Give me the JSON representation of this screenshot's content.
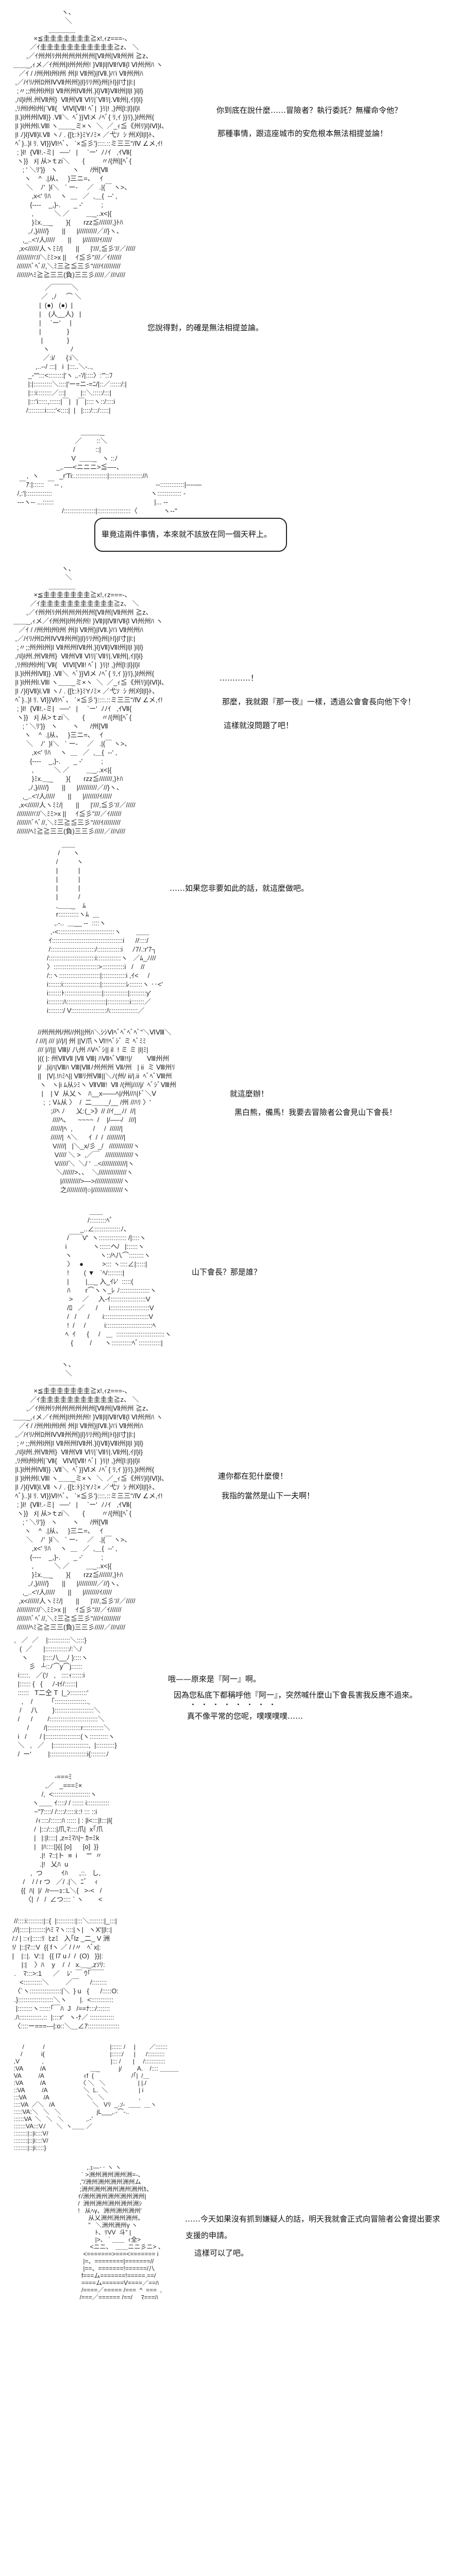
{
  "art": {
    "face": "                           ヽ、\n                             ＼\n                    ＿＿＿＿\n            ×≦圭圭圭圭圭圭圭≧x!,ｨz===-、\n          ／ｲ圭圭圭圭圭圭圭圭圭圭圭≧z、 ＼\n        ,／ｲ州州ﾘ州州州州州州[Ⅶ州|Ⅶ州州 ≧z、\n ＿＿_,ｨメ／ｲ州州|l州州州! }Ⅶ|l|lⅦ!Ⅶ{l Ⅵ州州ﾊ ヽ\n    ／ｲ / /州州l州l州 州|l Ⅶ州}|lⅦ.}ﾊ'i Ⅶ州州ﾊ\n  ,／/ｲﾘ/州ﾛ州ⅣⅦ州州}|l}ﾘﾘ州}州|ﾄl}|l寸||l:|\n   ;〃;;州州l州|l Ⅶ州州lⅦ州.}l}Ⅶ}Ⅶl州|l|l }l|l}\n  ,ﾊl}l州.州Ⅶ州}  Ⅶ州Ⅶ Ⅵﾘ|`Ⅶﾘ|.Ⅶ州|,ｲ|l}l}\n  ,ﾘ州l州l州|`Ⅶ{   ⅥⅥ[Ⅶ! ﾍﾞ|  }ﾘ|! ,}州[l:|l}|l}l\n  |l.}l州州lⅦ}} .Ⅶ＼  ﾍﾞ}}Ⅵメ ﾉﾍﾞ{ ﾘ,ｲ }}ﾘ},}l州州{\n  |l }l州州l.Ⅶl ヽ＿＿_ミ×ヽ  ＼  ／_ｨ≦《州ﾘ}l}lⅥ}l、\n  |l ﾉ}l}Ⅶ}l.Ⅶ ヽﾉ . {[ﾋ:ﾄ}ﾐYﾉﾐ× ／弋ｿ  ｼ 州刈l|l}ﾄ、\n  ﾍﾞ}..}l ﾘ. Ⅵ}}Ⅵ!ﾍﾞ、 `×≦彡'}::::.::ミ三三\"/Ⅳ ∠メ,ｲ!\n   ; }l!  {Ⅶ!.-ミ|   ──'   |     `ー'  ﾉﾉｲ   ,ｲⅦ{\n   ヽ}}   ﾒ| 从>ｔzi＼       {         〃/{州|[ﾍﾞ{\n      ; ' ＼ﾘ'}}   ヽ        ヽ      /州[Ⅶ\n       ヽ    ^  .|从、   }三ニ=、   ｲ\n        ＼    ﾉ'  }l＼   ` ー-     ／   .|{￣ ヽ>、\n           ,x<' ﾘﾊ     ヽ  ＿   ／  ,＿{  -‐' ,\n          {-‐--    _,}-.       _ -'          ;\n           ,           ＼ ／         ＿_..x<|{\n           }ﾐx.＿_       }{       rzz≦///////,}ﾄﾊ\n         ,ﾉ,}/////}       ||      |//////////／//}ヽ、\n      ,_..<'/人/////       ||      |////////ｲ/////\n    ,x<//////人ヽﾐﾐ/|       ||      |'///,≦彡'//／/////\n   ////////ﾊ'//＼ﾐﾐ>x ||     ｲ≦彡\"///／ｲ//////\n   //////ﾊﾞﾍﾞ//,＼ﾐ三≧≦三彡\"////ｲ/////////\n   ///////ﾍﾐ≧≧三三(負)三三彡/////／//ﾊ////",
    "octopus": "             ／￣￣￣＼\n           ／  ,ﾉ     ⌒ ＼\n          |  (●)   (●)  |\n          |    (人__人)   |\n          |     `ー'     |\n          |              }\n           |             }\n            ヽ           ﾉ\n            ／:i/      {:i＼\n        ,..-‐/ :::|   i  |:::..＼-..,\n    _‐''\":::<::::::::|'ヽ ,.-'/|::::〉:\"'::ﾌ\n    |:|::::::::::＼::::|'ー=ニ-=ﾆ/|::／::::::/:|\n    |:::i::::::::／:::|        |::＼:::::/:::|\n    |:::'i:::::,::::::|￣|   |￣|::::ヽ::/::::i\n   /:::::::::i:::::'<::::|  |   |::::/:::/:::::|",
    "bubble_top": "                                   ＿＿＿_\n                                ／        ::＼\n                               /           ::|\n                              V  ＿＿_   ヽ ::ﾉ\n                      _,.-―<ニニニ>≦―-、\n      ,  ヽ           _r'Ti:.:::::::::::::::::|::::::::::::::::::/ﾊ\n  ￣ｱ:|::::::  ￣-‐ ,                                                  ‐-:::::::::::::|-‐--―\n /,:'|::::::::::::::                                                     ヽ::::::::::::: -\n ‐--ヽ-- ...::::::                                                      |... --\n                         /:::::::::::::::::|::::::::::::::::::〈              ヽ-‐''",
    "faceless": "           ＿＿\n         /       ヽ\n        /          ヽ\n        |           |\n        |           |\n        |           |\n        |           /\n        ,＿＿_    ﾑ\n        r:::::::::::ヽﾑ  ＿\n       ,.-..  ＿__ --  ::::ヽ\n     ,-<::::::::::::::::::::::::::::::ヽ        ＿＿\n    ｲ::::::::::::::::::::::::::::::::::::::i      //::::/\n    /::::::::::::::::::::::::/:::::::::::::i     ﾉ7/.:r'7┐\n   /:::::::::::::::::::::::::i:::::::::::::ヽ   ／ﾑ_ﾉ///\n   〉::::::::::::::::::::::::>::::::::::::i   /    //\n   /::ヽ::::::::::::::::::::::|:::::::::::::i ,ｲ<     /\n   i:::::::i::::::::::::::::::::|:::::::::::::ﾚ:::::::ヽ ‥<'\n   i:::::::ﾄ::::::::::::::::::::|:::::::::::::|:::::::::y'\n   i::::::::ﾊ:::::::::::::::::::::|::::::::::::i:::::::／\n   i::::::::/ V:::::::::::::::::::ﾊ:::::::::::::::／",
    "hair": "  //州州州/州//州||州ﾊ＼ｼｼⅥﾍﾞﾍﾞﾍﾞﾍﾞ\"＼ⅥⅧ＼\n / ///| /// |//|/| 州 ||Ⅴ爪ヽⅥ!!ﾍﾞｼﾞ ミ ﾍﾞﾐﾐ\n  /// |//||| Ⅷ|/ 八州 ﾊⅤﾍﾞｼ|| il  ! ミ ミ |l|ﾐ|\n  |(( |: 州ⅦⅦ |Ⅶ Ⅷ| ﾊⅦﾍﾞⅧ!!|/        Ⅷ州州\n  |/  .|i|ﾊ|Ⅷﾊ Ⅷ|Ⅷﾉ州州州 Ⅶ/州   | ii  ミ Ⅷ州ﾘ\n  ||   |Ⅴ|.!ﾊﾐﾍ|| Ⅷﾘ州Ⅷ||＼ﾉ(州/ ii/|.ii  ﾍﾞﾍﾞⅧ州\n   ヽ   ヽ|i ﾑ从ｼﾐヽ ⅦⅧ!  Ⅶ /(州|////j/  ﾍﾞｼﾞⅧ州\n    |    | Ⅴ  从乂ヽ   ﾊ__x――ﾍ|/州//ﾊ|ﾄﾞ＼Ⅴ\n     ;  ; Ⅴﾑ从 〉  /  二＿＿_/__ /州 //ﾊﾘ 〉'\n         ;//ﾍ ﾉ      乂:(_>》// //ｲ__ﾉ/  //|\n          ////ﾍ､      ~~~~  /    |/―--/   ///|\n         //////|ﾍ  ,           /     /  //////|\n         //////|  ﾍ＼      ｲ  /  /  /////////|\n          V////|   |＼_x/彡 _/   /////////////ヽ\n           V//// ＼ >  ,／￣   ///////////////ヽ\n           V/////＼  ＼/ '  ..</////////////|ヽ\n            ＼//////>、、  ＼///////////////ヽ\n              |//////////>―>///////////////ヽ\n              之//////////|○|////////////////ヽ",
    "bear": "                   ＿＿\n                  /:::::::::ﾍﾟ\n              _..∠::::::::::::::ﾉ､\n       /￣￣V'  ヽ::::::::::::::: /|::::ヽ\n      i              ヽ::::::ヘ/   |::::::ヽ\n      ヽ               ヽ::/ﾍ八⌒::::::::ヽ\n       〉   ●          >::: ヽ::::∠|:::::|\n       !        ( ▼   `ﾍ/::::::::|\n       |         |＿_ 入_ｲﾚ'  :::::(\n       ﾊ        r⌒ヽヽ_ﾚ ﾉ::::::::::::::::ヽ\n        >     ／     入-ｲ:::::::::::::::::::V\n       /ﾛ   ／      /      i:::::::::::::::::::::V\n       /   /      /       i::::::::::::::::::::::::V\n       !  /     /          i:::::::::::::::::::::::::ﾍ\n      ﾍ  ｲ      {     /   ＿  ::::::::::::::::::::::::::ヽ\n         {         /       ヽ:::::::::::ﾍﾞ::::::::::::|",
    "maid": "  ,   ／  ／    |::::::::::::＼::::}\n     (  ／      |:::::::::::::/:＼/\n      ヽ        |::::八__ﾉ }::::ヽ\n          彡   ┴::ﾉ⌒y⌒j::::::\n    i:::::.   ／(ｿ   ,   ::::ｨ::::::i\n    |:::::: {   {     ﾉ-tｲ/::::::|\n    ::::::   T二仝 T  |_ﾝ:::::::::'\n      ,    /          ｢:::::::::::::::::.,\n     /     八        }:::::::::::::::::::::＼\n    /      /        /::::::::::::::::::::::::::＼\n         /        /|::::::::::::::::::r:::::::::::＼\n    i   /       / |:::::::::::::::::::(ヽ::::::::::ヽ\n    ＼   ,   ／    |:::::::::::::::::::,  |::::::::::}\n    /  ー'         |::::::::::::::::::::i{::::::::ﾉ",
    "scared": "                     -===ﾐ\n                ,／   _===ﾐ×\n              /,  <::::::::::::::::::::ヽ\n         ヽ＿＿ ｲ::::/ / :::::: i::::::::::::\n          ~\"ｱ::::/ /::::/:::::i::! ::: ::i\n           /ｨ::::/::::::ﾊ ::::: | : |l<:::|l:::|l{\n          /  |:::/::::|爪,ﾏ::::爪|  x｢爪\n          |   |:|l::::| ,z=ﾐﾏﾊ|ｰ ｶ=ﾐk\n          |   |ﾊ::::|}{{ [o]      [o]  }}\n             .|!  ﾏ::|ト  ≡  i     ''''  〃\n             .|!   乂ﾊ  u\n        ,  つ          ｲﾊ      ,::.   し,\n    /    / / r つ   ／/ .|＼  ﾆﾞ    ｨ\n   {{  ﾊ|  |/  /r──ｮ::L＼{   >‐<   /\n     〈|  /   /  ∠つ:::: ` ヽ        <",
    "shock": "  //::::i:::::::::|::{  |::::::::::|:::＼::::::::|_:::|\n ,//|:::::|::::::::|ﾍﾐ ﾏヽ::::|ヽ|   ヽX'||l::|\n /:/ | ::ｨ|:::::ﾘ  ﾋzﾐ   入｢lz _二_ V 洲\n !/  |::|ﾏ:::V  {{ fヽ ／ / /〃   ﾍﾞx|:\n |    |::|.  V::|   {{ l7 u /  /  (O)   }}|:\n      |:|    〉ﾊ    y    /  /   x.＿_,zｿﾘ:\n  .    ﾏ:::>:1      ／    ﾚ'  ￣ ｳ｢￣￣\n     <::::::::::＼         ／￣      /::::::::\n  〈`ヽ:::::::::::::::::|＼  } u   {      /:::::O:\n  .}:::::::::::::::::::＼ヽ       |.  <::::::::::::\n   |::::::::ヽ::::::｢￣ﾊ  J   /==ﾅ:::/:::::::\n  .ﾊ::::::::::::.::  |::::r'   ヽ‐ﾅ／ :::::::::::::\n  〈::::ー===---|:o::＼＿∠ｱ:::::::::::::::::",
    "hands": "       /           /                                      |:::::: /     |        ／:::::::\n      /           i{                                      |::::::/      |      /::::::::::\n  ,V             ,                                       |::: /       |     /::::::::::::\n  :VA          /A                          ＿_           j/         A.    /:::: ＿＿＿\n  VA          /A                       ｨf  {                      /｢|  /＿\n  :VA          /A                    〈 ＼   ＼                   | |./\n  ::VA          /A                     ＼  L.  ＼                  | i\n  :::VA          /A                      ＼   ＼                    ,\n  ::::VA  ／＼   /A                      ＼   Vﾘ  _.:/‐  ＿＿  ＿ヽ\n  :::::VA:＼   ＼   ＼                     jL___,.‐⌒‐..\n  ::::::VA  ＼   ＼   ＼             ,.-'\n  :::::::VA:::Vﾉ      ＼  ヽ＿＿ ／\n  ::::::::|::|i::::V/\n  ::::::::|::|i::::V/\n  ::::::::|::|i:::::}",
    "final": "            ,.ｪ―‥ ヽ ヽ\n         ` >洲州洲州洲州洲=-、\n        ,\"/洲州洲州洲州洲州ム\n        ;洲州洲州洲州洲州洲州ｶ、\n       ｲ/洲州洲州洲州洲州洲州|\n       /  洲州洲州洲州洲州洲ｼ\n       !   从ﾍγ、洲州洲州洲州'\n             从乂洲州洲州洲州、\n             \"   ＼洲州洲州γ ヽ\n                 ﾄ、ﾘVV  斗\" |\n                 |>、 ` ＿＿  ｨ全>\n              <ニニ、  ＿＿ニニ彡ニ> 、\n          <=======>===<======= i\n          |=、========|=======//\n          |==、=======!======/八\n         f===ム=======!=====.==/\n         ====ム======V====／==ﾊ\n         /====／===== /===  ^  ===  ,\n        /===／====== /==/     ﾏ===ﾊ"
  },
  "dialogue": {
    "p1": [
      "你到底在說什麼……冒險者？執行委託？無權命令他？",
      "那種事情，跟這座城市的安危根本無法相提並論！"
    ],
    "p2": [
      "您說得對，的確是無法相提並論。"
    ],
    "p3": [
      "畢竟這兩件事情，本來就不該放在同一個天秤上。"
    ],
    "p4": [
      "…………！",
      "那麼，我就跟『那一夜』一樣，透過公會會長向他下令！",
      "這樣就沒問題了吧！"
    ],
    "p5": [
      "……如果您非要如此的話，就這麼做吧。"
    ],
    "p6": [
      "就這麼辦！",
      "黑白熊，備馬！我要去冒險者公會見山下會長！"
    ],
    "p7": [
      "山下會長？那是誰？"
    ],
    "p8": [
      "連你都在犯什麼傻！",
      "我指的當然是山下一夫啊！"
    ],
    "p9": [
      "哦——原來是『阿一』啊。",
      "因為您私底下都稱呼他『阿一』，突然喊什麼山下會長害我反應不過來。",
      "・・・・・・・・",
      "真不像平常的您呢，噗噗噗噗……"
    ],
    "p10": [
      "……今天如果沒有抓到嫌疑人的話，明天我就會正式向冒險者公會提出要求",
      "支援的申請。",
      "這樣可以了吧。"
    ]
  }
}
